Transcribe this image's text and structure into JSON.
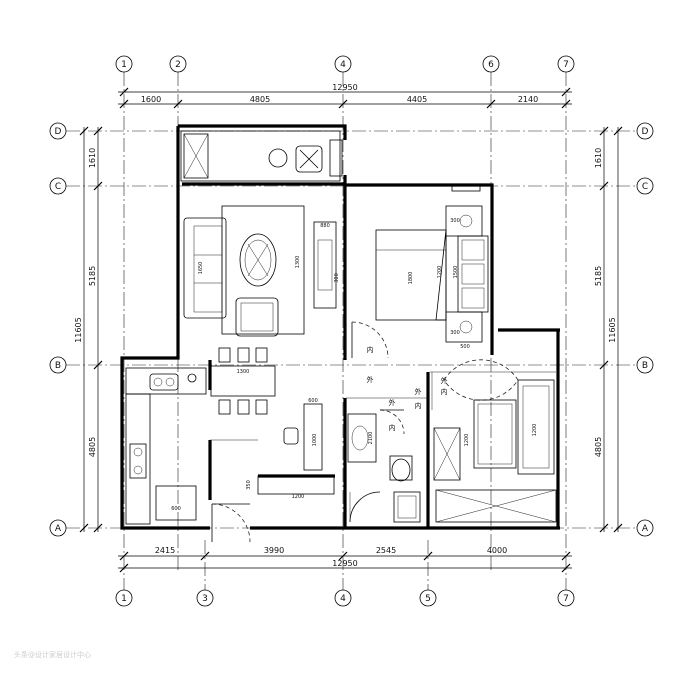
{
  "grid": {
    "cols_top": [
      "1",
      "2",
      "4",
      "6",
      "7"
    ],
    "cols_bottom": [
      "1",
      "3",
      "4",
      "5",
      "7"
    ],
    "rows": [
      "D",
      "C",
      "B",
      "A"
    ]
  },
  "dims": {
    "top": [
      "1600",
      "4805",
      "4405",
      "2140"
    ],
    "top_total": "12950",
    "bottom": [
      "2415",
      "3990",
      "2545",
      "4000"
    ],
    "bottom_total": "12950",
    "left": [
      "1610",
      "5185",
      "4805"
    ],
    "left_total": "11605",
    "right": [
      "1610",
      "5185",
      "4805"
    ],
    "right_total": "11605"
  },
  "labels": {
    "in_bed": "内",
    "out_bed": "外",
    "out_bath": "外",
    "in_bath": "内",
    "out_bath2": "外",
    "in_bath2": "内",
    "out_br2": "外",
    "in_br2": "内"
  },
  "furniture": {
    "table_len": "1300",
    "desk_w": "600",
    "desk_len": "1000",
    "rug_w": "1300",
    "tv_len": "880",
    "sofa_len": "1650",
    "cabinet": "300",
    "bed_len": "1800",
    "bed_w": "1200",
    "side_w": "500",
    "side_h": "300",
    "nightstand": "500",
    "wardrobe": "1500",
    "kitchen_w": "600",
    "bath_w": "2100",
    "br2_bed": "1200",
    "br2_ward": "1200",
    "hall_w": "350",
    "hall2_w": "1200"
  },
  "footer": "头条@设计家居设计中心"
}
